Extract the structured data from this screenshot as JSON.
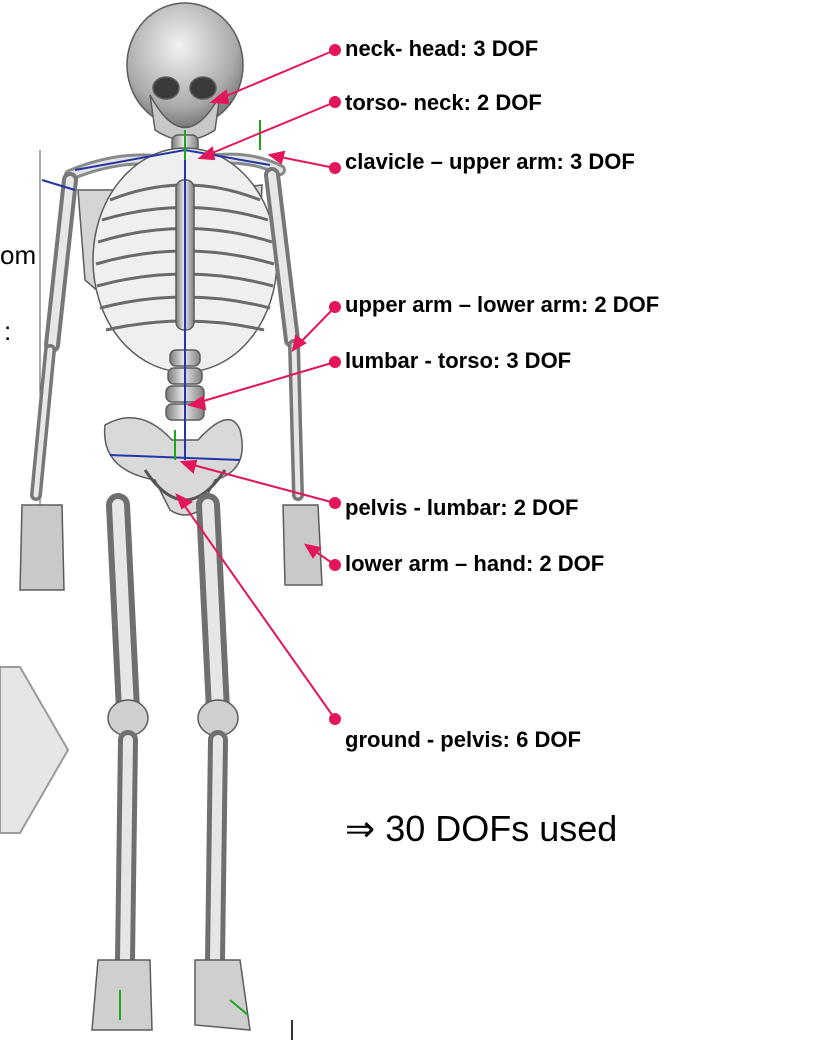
{
  "fragments": {
    "top": "om",
    "mid": ":"
  },
  "joints": [
    {
      "id": "neck-head",
      "text": "neck- head: 3 DOF"
    },
    {
      "id": "torso-neck",
      "text": "torso- neck: 2 DOF"
    },
    {
      "id": "clavicle-upper-arm",
      "text": "clavicle – upper arm: 3 DOF"
    },
    {
      "id": "upper-arm-lower-arm",
      "text": "upper arm – lower arm: 2 DOF"
    },
    {
      "id": "lumbar-torso",
      "text": "lumbar - torso: 3 DOF"
    },
    {
      "id": "pelvis-lumbar",
      "text": "pelvis - lumbar:  2 DOF"
    },
    {
      "id": "lower-arm-hand",
      "text": "lower arm – hand: 2 DOF"
    },
    {
      "id": "ground-pelvis",
      "text": "ground - pelvis: 6 DOF"
    }
  ],
  "summary": {
    "implies_symbol": "⇒",
    "text": "30 DOFs used"
  },
  "colors": {
    "leader": "#e3165b",
    "bone": "#bdbdbd",
    "bone_dark": "#6e6e6e",
    "arrow_shape": "#e6e6e6"
  }
}
